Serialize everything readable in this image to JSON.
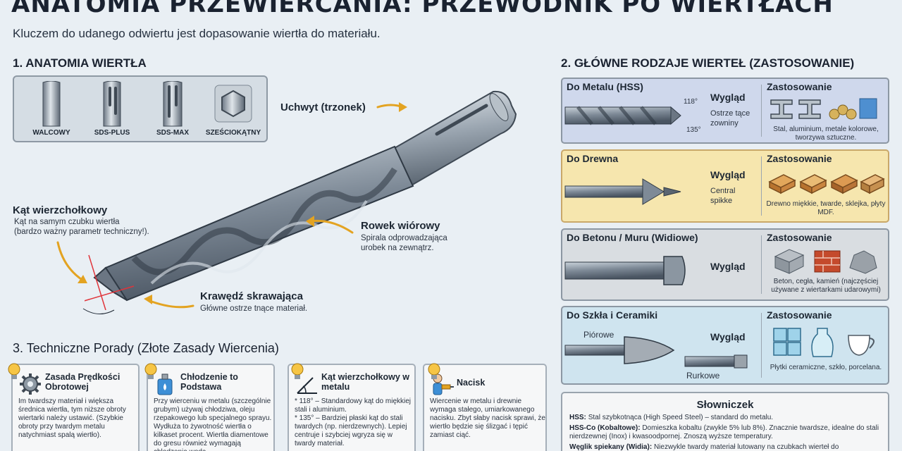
{
  "header": {
    "title": "ANATOMIA PRZEWIERCANIA: PRZEWODNIK PO WIERTŁACH",
    "subtitle": "Kluczem do udanego odwiertu jest dopasowanie wiertła do materiału."
  },
  "anatomy": {
    "title": "1. ANATOMIA WIERTŁA",
    "shanks": [
      "WALCOWY",
      "SDS-PLUS",
      "SDS-MAX",
      "SZEŚCIOKĄTNY"
    ],
    "callouts": {
      "shank": {
        "title": "Uchwyt (trzonek)"
      },
      "tip_angle": {
        "title": "Kąt wierzchołkowy",
        "text": [
          "Kąt na samym czubku wiertła",
          "(bardzo ważny parametr techniczny!)."
        ]
      },
      "flute": {
        "title": "Rowek wiórowy",
        "text": [
          "Spirala odprowadzająca",
          "urobek na zewnątrz."
        ]
      },
      "cutting_edge": {
        "title": "Krawędź skrawająca",
        "text": [
          "Główne ostrze tnące materiał."
        ]
      }
    }
  },
  "types": {
    "title": "2. GŁÓWNE RODZAJE WIERTEŁ (ZASTOSOWANIE)",
    "look_label": "Wygląd",
    "use_label": "Zastosowanie",
    "items": [
      {
        "name": "Do Metalu (HSS)",
        "look_desc": [
          "Ostrze tące",
          "zowniny"
        ],
        "angles": [
          "118°",
          "135°"
        ],
        "use_desc": "Stal, aluminium, metale kolorowe, tworzywa sztuczne."
      },
      {
        "name": "Do Drewna",
        "look_desc": [
          "Central",
          "spikke"
        ],
        "use_desc": "Drewno miękkie, twarde, sklejka, płyty MDF."
      },
      {
        "name": "Do Betonu / Muru (Widiowe)",
        "look_desc": [],
        "use_desc": "Beton, cegła, kamień (najczęściej używane z wiertarkami udarowymi)"
      },
      {
        "name": "Do Szkła i Ceramiki",
        "look_desc": [],
        "sub_labels": [
          "Piórowe",
          "Rurkowe"
        ],
        "use_desc": "Płytki ceramiczne, szkło, porcelana."
      }
    ]
  },
  "tips": {
    "title": "3. Techniczne Porady (Złote Zasady Wiercenia)",
    "items": [
      {
        "head": "Zasada Prędkości Obrotowej",
        "text": "Im twardszy materiał i większa średnica wiertła, tym niższe obroty wiertarki należy ustawić. (Szybkie obroty przy twardym metalu natychmiast spalą wiertło)."
      },
      {
        "head": "Chłodzenie to Podstawa",
        "text": "Przy wierceniu w metalu (szczególnie grubym) używaj chłodziwa, oleju rzepakowego lub specjalnego sprayu. Wydłuża to żywotność wiertła o kilkaset procent. Wiertła diamentowe do gresu również wymagają chłodzenia wodą."
      },
      {
        "head": "Kąt wierzchołkowy w metalu",
        "text": "* 118° – Standardowy kąt do miękkiej stali i aluminium.\n* 135° – Bardziej płaski kąt do stali twardych (np. nierdzewnych). Lepiej centruje i szybciej wgryza się w twardy materiał."
      },
      {
        "head": "Nacisk",
        "text": "Wiercenie w metalu i drewnie wymaga stałego, umiarkowanego nacisku. Zbyt słaby nacisk sprawi, że wiertło będzie się ślizgać i tępić zamiast ciąć."
      }
    ]
  },
  "glossary": {
    "title": "Słowniczek",
    "entries": [
      {
        "term": "HSS:",
        "def": "Stal szybkotnąca (High Speed Steel) – standard do metalu."
      },
      {
        "term": "HSS-Co (Kobaltowe):",
        "def": "Domieszka kobaltu (zwykle 5% lub 8%). Znacznie twardsze, idealne do stali nierdzewnej (Inox) i kwasoodpornej. Znoszą wyższe temperatury."
      },
      {
        "term": "Węglik spiekany (Widia):",
        "def": "Niezwykle twardy materiał lutowany na czubkach wierteł do muru/betonu."
      }
    ]
  },
  "colors": {
    "accent_arrow": "#e3a321",
    "wood_panel": "#f6e6ae",
    "metal_panel": "#cfd8ec",
    "red_angle": "#e0343a"
  }
}
